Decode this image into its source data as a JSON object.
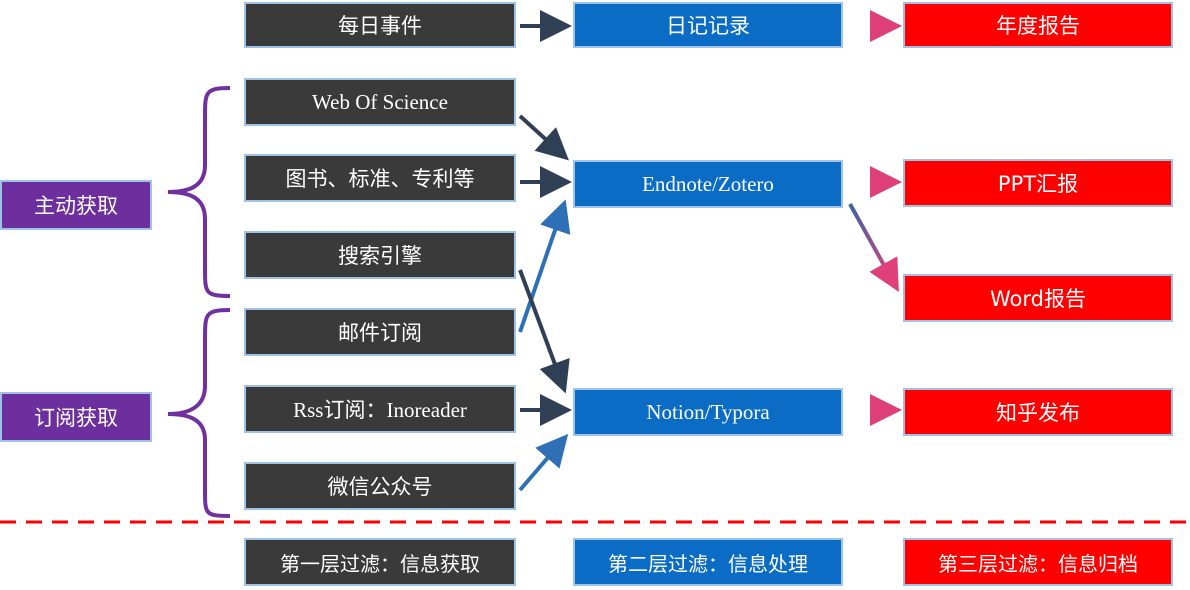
{
  "top_row": {
    "daily": "每日事件",
    "diary": "日记记录",
    "annual": "年度报告"
  },
  "groups": {
    "active": "主动获取",
    "subscribe": "订阅获取"
  },
  "sources": {
    "wos": "Web Of Science",
    "books": "图书、标准、专利等",
    "search": "搜索引擎",
    "email": "邮件订阅",
    "rss": "Rss订阅：Inoreader",
    "wechat": "微信公众号"
  },
  "processors": {
    "endnote": "Endnote/Zotero",
    "notion": "Notion/Typora"
  },
  "outputs": {
    "ppt": "PPT汇报",
    "word": "Word报告",
    "zhihu": "知乎发布"
  },
  "footer": {
    "layer1": "第一层过滤：信息获取",
    "layer2": "第二层过滤：信息处理",
    "layer3": "第三层过滤：信息归档"
  },
  "colors": {
    "dark_box": "#3a3a3a",
    "blue_box": "#0a6cc4",
    "red_box": "#ff0000",
    "purple_box": "#6e2f9e",
    "divider": "#ff0000",
    "arrow_dark": "#2f3f55",
    "arrow_blue": "#2e6fb5",
    "arrow_pink": "#d9467a"
  }
}
